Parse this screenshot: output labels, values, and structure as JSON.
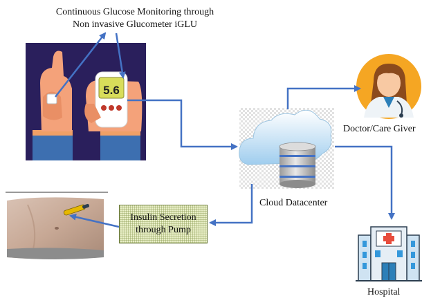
{
  "title": {
    "line1": "Continuous Glucose Monitoring through",
    "line2": "Non invasive Glucometer iGLU"
  },
  "device": {
    "reading": "5.6",
    "icon": "glucometer-hand-icon"
  },
  "nodes": {
    "doctor": {
      "label": "Doctor/Care Giver",
      "icon": "doctor-avatar-icon"
    },
    "cloud": {
      "label": "Cloud Datacenter",
      "icon": "cloud-database-icon"
    },
    "hospital": {
      "label": "Hospital",
      "icon": "hospital-building-icon"
    },
    "pump": {
      "line1": "Insulin Secretion",
      "line2": "through Pump"
    },
    "patient": {
      "icon": "patient-abdomen-insulin-pen-icon"
    }
  },
  "colors": {
    "arrow": "#4472c4",
    "device_bg": "#2a1f5c",
    "doctor_bg": "#f5a623",
    "cloud_fill": "#cfe6f7",
    "pump_fill": "#e9efc8"
  }
}
